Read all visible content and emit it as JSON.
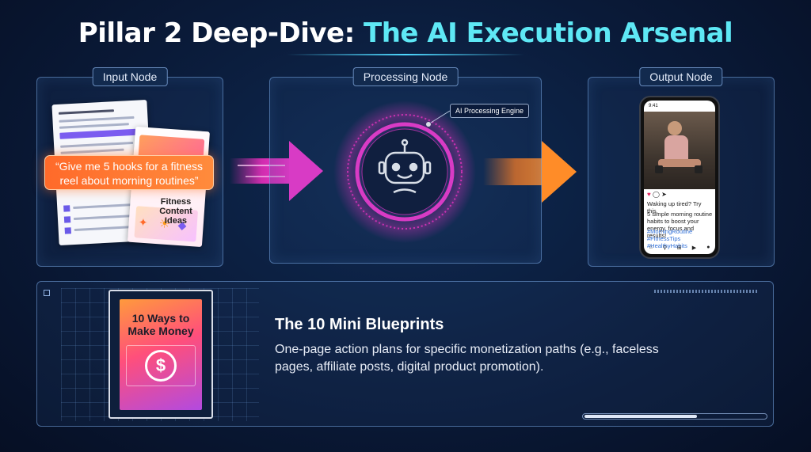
{
  "title": {
    "part1": "Pillar 2 Deep-Dive: ",
    "part2": "The AI Execution Arsenal"
  },
  "input_node": {
    "label": "Input Node",
    "prompt": "“Give me 5 hooks for a fitness reel about morning routines”",
    "card_title": "Fitness Content Ideas"
  },
  "processing_node": {
    "label": "Processing Node",
    "engine_label": "AI Processing Engine"
  },
  "output_node": {
    "label": "Output Node",
    "phone_time": "9:41",
    "caption_line1": "Waking up tired? Try this.",
    "caption_line2": "5 simple morning routine habits to boost your energy, focus and results!",
    "hashtags": "#MorningRoutine #FitnessTips #HealthyHabits"
  },
  "blueprint": {
    "book_title": "10 Ways to Make Money",
    "heading": "The 10 Mini Blueprints",
    "description": "One-page action plans for specific monetization paths (e.g., faceless pages, affiliate posts, digital product promotion)."
  },
  "colors": {
    "accent_cyan": "#5ee8f5",
    "magenta": "#ff2fc8",
    "orange": "#ff7a1a",
    "background": "#0a1a38"
  }
}
